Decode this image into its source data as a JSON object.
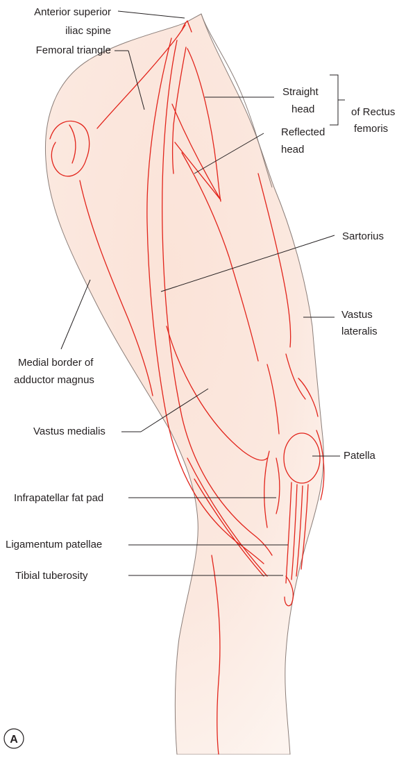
{
  "figure_letter": "A",
  "colors": {
    "muscle_line": "#e2231a",
    "skin_fill": "#fbe6dc",
    "skin_fill_light": "#fdf3ee",
    "outline": "#8a7d78",
    "text": "#231f20"
  },
  "labels": {
    "asis_1": "Anterior superior",
    "asis_2": "iliac spine",
    "femoral_triangle": "Femoral triangle",
    "straight_head_1": "Straight",
    "straight_head_2": "head",
    "reflected_head_1": "Reflected",
    "reflected_head_2": "head",
    "rectus_1": "of Rectus",
    "rectus_2": "femoris",
    "sartorius": "Sartorius",
    "vastus_lateralis_1": "Vastus",
    "vastus_lateralis_2": "lateralis",
    "medial_border_1": "Medial border of",
    "medial_border_2": "adductor magnus",
    "vastus_medialis": "Vastus medialis",
    "patella": "Patella",
    "infrapatellar": "Infrapatellar fat pad",
    "ligamentum": "Ligamentum patellae",
    "tibial": "Tibial tuberosity"
  }
}
